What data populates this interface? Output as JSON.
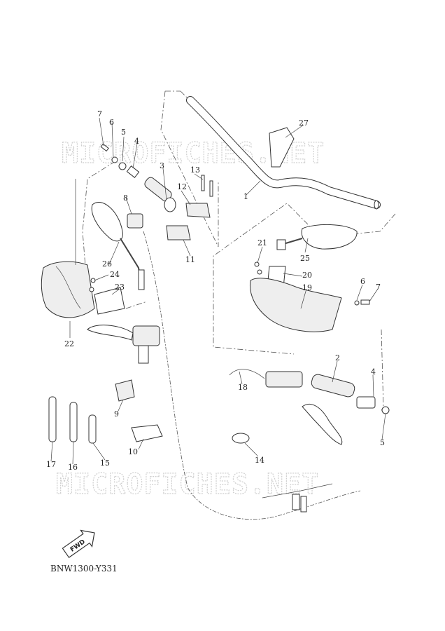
{
  "diagram": {
    "watermark": "MICROFICHES.NET",
    "diagram_code": "BNW1300-Y331",
    "direction_marker": "FWD",
    "callouts": [
      {
        "id": "1",
        "label": "1"
      },
      {
        "id": "2",
        "label": "2"
      },
      {
        "id": "3",
        "label": "3"
      },
      {
        "id": "4a",
        "label": "4"
      },
      {
        "id": "4b",
        "label": "4"
      },
      {
        "id": "5a",
        "label": "5"
      },
      {
        "id": "5b",
        "label": "5"
      },
      {
        "id": "6a",
        "label": "6"
      },
      {
        "id": "6b",
        "label": "6"
      },
      {
        "id": "7a",
        "label": "7"
      },
      {
        "id": "7b",
        "label": "7"
      },
      {
        "id": "8",
        "label": "8"
      },
      {
        "id": "9",
        "label": "9"
      },
      {
        "id": "10",
        "label": "10"
      },
      {
        "id": "11",
        "label": "11"
      },
      {
        "id": "12",
        "label": "12"
      },
      {
        "id": "13",
        "label": "13"
      },
      {
        "id": "14",
        "label": "14"
      },
      {
        "id": "15",
        "label": "15"
      },
      {
        "id": "16",
        "label": "16"
      },
      {
        "id": "17",
        "label": "17"
      },
      {
        "id": "18",
        "label": "18"
      },
      {
        "id": "19",
        "label": "19"
      },
      {
        "id": "20",
        "label": "20"
      },
      {
        "id": "21",
        "label": "21"
      },
      {
        "id": "22",
        "label": "22"
      },
      {
        "id": "23",
        "label": "23"
      },
      {
        "id": "24",
        "label": "24"
      },
      {
        "id": "25",
        "label": "25"
      },
      {
        "id": "26",
        "label": "26"
      },
      {
        "id": "27",
        "label": "27"
      }
    ]
  }
}
